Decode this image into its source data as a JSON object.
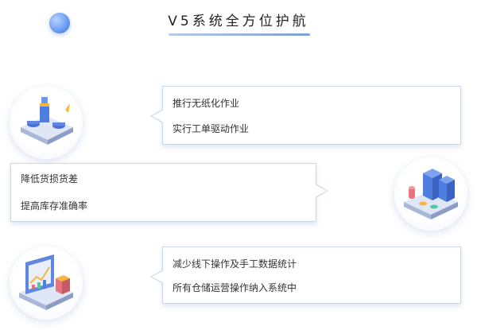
{
  "header": {
    "title": "V5系统全方位护航"
  },
  "features": [
    {
      "lines": [
        "推行无纸化作业",
        "实行工单驱动作业"
      ],
      "icon": "production-line-icon"
    },
    {
      "lines": [
        "降低货损货差",
        "提高库存准确率"
      ],
      "icon": "inventory-server-icon"
    },
    {
      "lines": [
        "减少线下操作及手工数据统计",
        "所有仓储运营操作纳入系统中"
      ],
      "icon": "data-dashboard-icon"
    }
  ],
  "colors": {
    "accent": "#4a7fe0",
    "border": "#c9d8ec",
    "title_line": "#7e9fd4"
  }
}
